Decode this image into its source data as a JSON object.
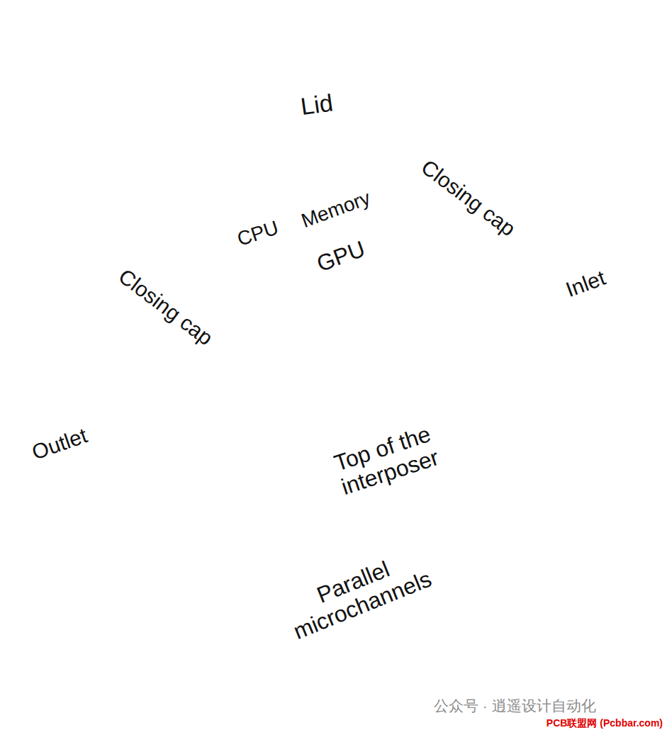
{
  "diagram": {
    "nodes": [
      {
        "text": [
          "Lid"
        ]
      },
      {
        "text": [
          "Closing cap"
        ]
      },
      {
        "text": [
          "Memory"
        ]
      },
      {
        "text": [
          "CPU"
        ]
      },
      {
        "text": [
          "GPU"
        ]
      },
      {
        "text": [
          "Closing cap"
        ]
      },
      {
        "text": [
          "Top of the interposer"
        ]
      },
      {
        "text": [
          "Parallel microchannels"
        ]
      }
    ],
    "labels": [
      "Inlet",
      "Outlet",
      "公众号 · 逍遥设计自动化",
      "PCB联盟网 (Pcbbar.com)"
    ]
  }
}
